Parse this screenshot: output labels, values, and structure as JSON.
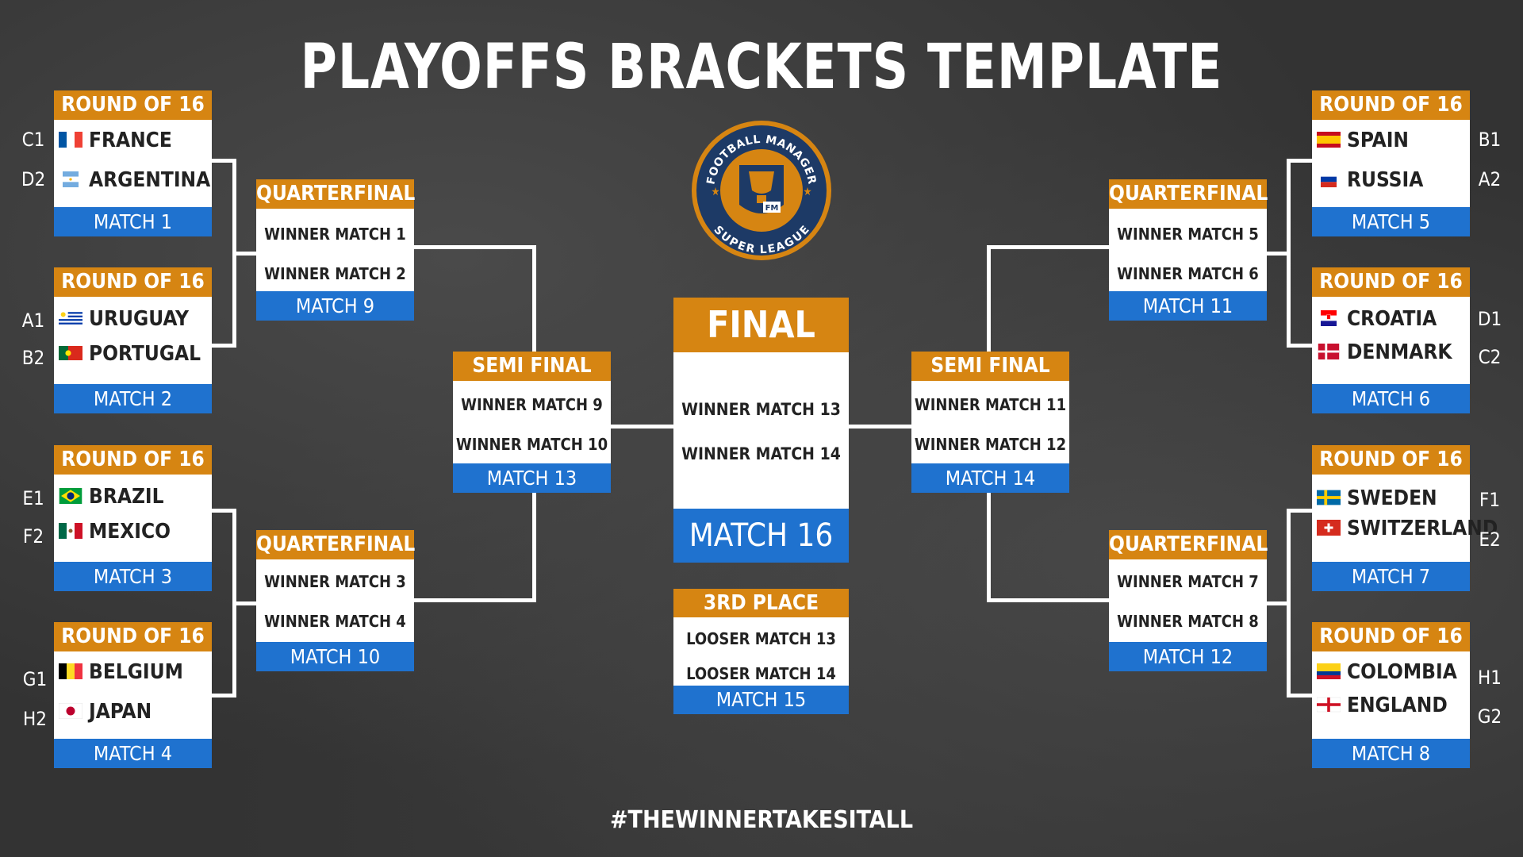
{
  "title": "PLAYOFFS BRACKETS TEMPLATE",
  "hashtag": "#THEWINNERTAKESITALL",
  "logo": {
    "top_text": "FOOTBALL MANAGER",
    "bottom_text": "SUPER LEAGUE",
    "badge": "FM"
  },
  "labels": {
    "r16": "ROUND OF 16",
    "qf": "QUARTERFINAL",
    "sf": "SEMI FINAL",
    "final": "FINAL",
    "third": "3RD PLACE"
  },
  "r16": [
    {
      "match": "MATCH 1",
      "teams": [
        {
          "seed": "C1",
          "name": "FRANCE"
        },
        {
          "seed": "D2",
          "name": "ARGENTINA"
        }
      ]
    },
    {
      "match": "MATCH 2",
      "teams": [
        {
          "seed": "A1",
          "name": "URUGUAY"
        },
        {
          "seed": "B2",
          "name": "PORTUGAL"
        }
      ]
    },
    {
      "match": "MATCH 3",
      "teams": [
        {
          "seed": "E1",
          "name": "BRAZIL"
        },
        {
          "seed": "F2",
          "name": "MEXICO"
        }
      ]
    },
    {
      "match": "MATCH 4",
      "teams": [
        {
          "seed": "G1",
          "name": "BELGIUM"
        },
        {
          "seed": "H2",
          "name": "JAPAN"
        }
      ]
    },
    {
      "match": "MATCH 5",
      "teams": [
        {
          "seed": "B1",
          "name": "SPAIN"
        },
        {
          "seed": "A2",
          "name": "RUSSIA"
        }
      ]
    },
    {
      "match": "MATCH 6",
      "teams": [
        {
          "seed": "D1",
          "name": "CROATIA"
        },
        {
          "seed": "C2",
          "name": "DENMARK"
        }
      ]
    },
    {
      "match": "MATCH 7",
      "teams": [
        {
          "seed": "F1",
          "name": "SWEDEN"
        },
        {
          "seed": "E2",
          "name": "SWITZERLAND"
        }
      ]
    },
    {
      "match": "MATCH 8",
      "teams": [
        {
          "seed": "H1",
          "name": "COLOMBIA"
        },
        {
          "seed": "G2",
          "name": "ENGLAND"
        }
      ]
    }
  ],
  "qf": [
    {
      "match": "MATCH 9",
      "slots": [
        "WINNER MATCH 1",
        "WINNER MATCH 2"
      ]
    },
    {
      "match": "MATCH 10",
      "slots": [
        "WINNER MATCH 3",
        "WINNER MATCH 4"
      ]
    },
    {
      "match": "MATCH 11",
      "slots": [
        "WINNER MATCH 5",
        "WINNER MATCH 6"
      ]
    },
    {
      "match": "MATCH 12",
      "slots": [
        "WINNER MATCH 7",
        "WINNER MATCH 8"
      ]
    }
  ],
  "sf": [
    {
      "match": "MATCH 13",
      "slots": [
        "WINNER MATCH 9",
        "WINNER MATCH 10"
      ]
    },
    {
      "match": "MATCH 14",
      "slots": [
        "WINNER MATCH 11",
        "WINNER MATCH 12"
      ]
    }
  ],
  "final": {
    "match": "MATCH 16",
    "slots": [
      "WINNER MATCH 13",
      "WINNER MATCH 14"
    ]
  },
  "third": {
    "match": "MATCH 15",
    "slots": [
      "LOOSER MATCH 13",
      "LOOSER MATCH 14"
    ]
  },
  "colors": {
    "orange": "#d68512",
    "blue": "#1f72cf",
    "navy": "#1d3a66"
  }
}
